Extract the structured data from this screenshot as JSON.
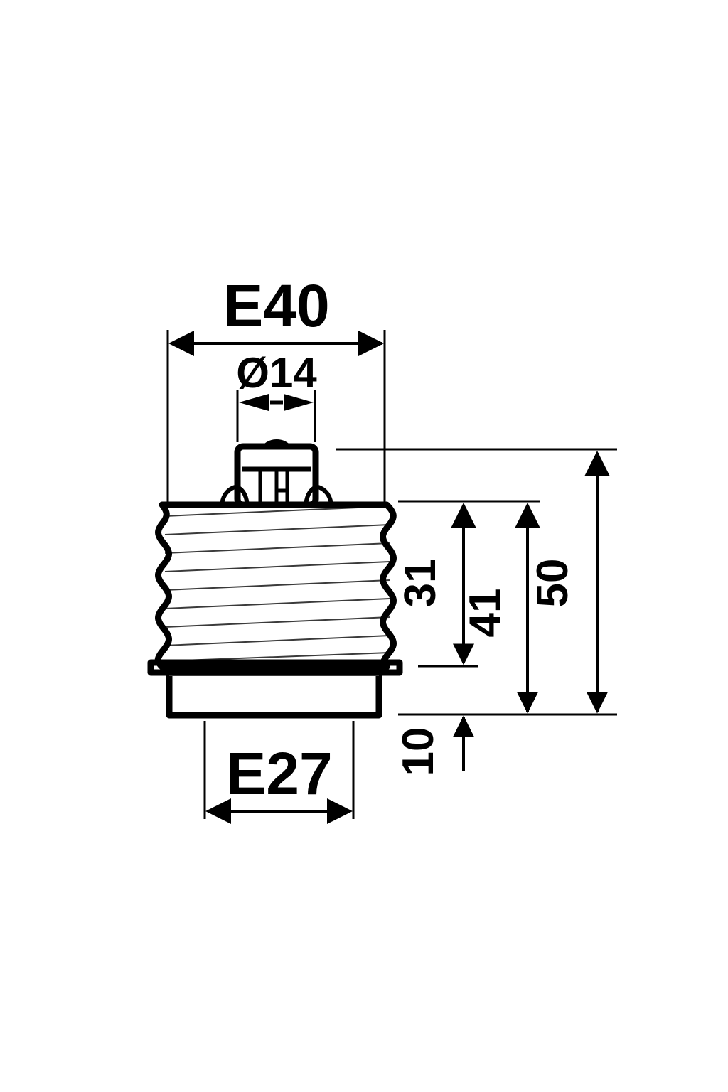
{
  "document": {
    "type": "technical-drawing",
    "subject": "E40 to E27 lamp socket adapter",
    "projection": "front elevation",
    "background_color": "#ffffff",
    "line_color": "#000000",
    "units": "mm"
  },
  "dimensions": {
    "top_width": {
      "label": "E40",
      "kind": "thread-designation",
      "orientation": "horizontal",
      "value": "E40"
    },
    "pin_diameter": {
      "label": "Ø14",
      "kind": "diameter",
      "orientation": "horizontal",
      "value": "14"
    },
    "bottom_width": {
      "label": "E27",
      "kind": "thread-designation",
      "orientation": "horizontal",
      "value": "E27"
    },
    "height_31": {
      "label": "31",
      "kind": "linear",
      "orientation": "vertical",
      "value": "31"
    },
    "height_41": {
      "label": "41",
      "kind": "linear",
      "orientation": "vertical",
      "value": "41"
    },
    "height_50": {
      "label": "50",
      "kind": "linear",
      "orientation": "vertical",
      "value": "50"
    },
    "height_10": {
      "label": "10",
      "kind": "linear",
      "orientation": "vertical",
      "value": "10"
    }
  },
  "part_features": {
    "top_contact_name": "center contact pin",
    "thread_body_name": "E40 screw thread body",
    "flange_name": "flange rim",
    "skirt_name": "E27 socket skirt"
  },
  "style": {
    "stroke": "#000000",
    "thin_stroke_width": 3,
    "outline_stroke_width": 9,
    "hairline_stroke_width": 2,
    "label_font_size_large": 78,
    "label_font_size_medium": 60
  }
}
